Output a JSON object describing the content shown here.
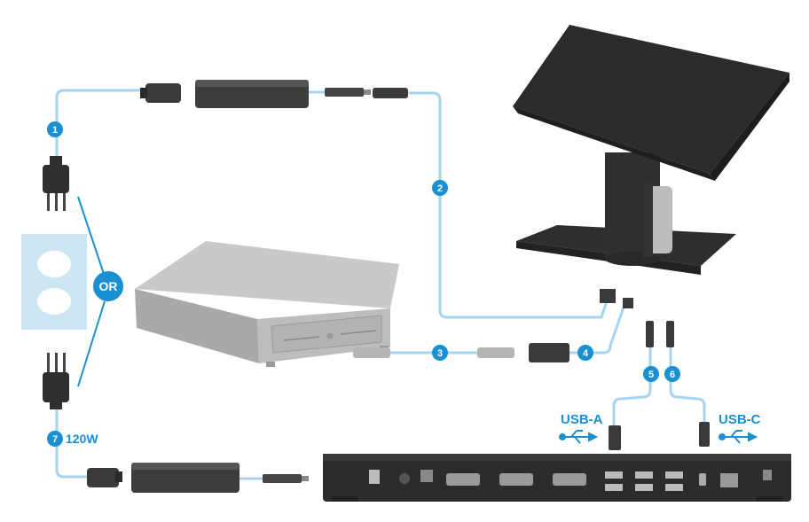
{
  "diagram": {
    "callouts": [
      "1",
      "2",
      "3",
      "4",
      "5",
      "6",
      "7"
    ],
    "or_label": "OR",
    "power_label": "120W",
    "usb_a_label": "USB-A",
    "usb_c_label": "USB-C"
  },
  "colors": {
    "cable": "#a7d4ee",
    "accent": "#1a8fd1",
    "device": "#333333",
    "drawer": "#b8b8b8",
    "outlet": "#cde6f5"
  },
  "icons": [
    "power-plug-icon",
    "usb-icon",
    "outlet-icon"
  ]
}
